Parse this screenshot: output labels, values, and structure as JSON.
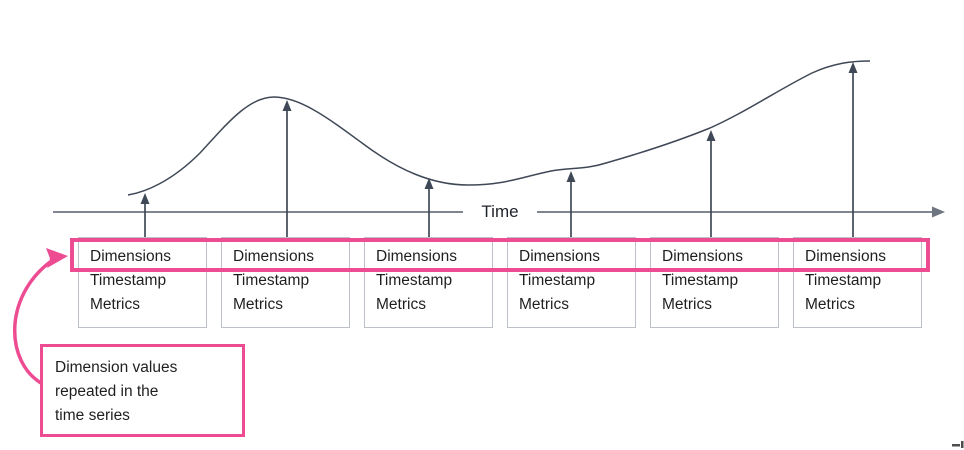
{
  "diagram": {
    "time_axis_label": "Time",
    "records": [
      {
        "dimensions": "Dimensions",
        "timestamp": "Timestamp",
        "metrics": "Metrics"
      },
      {
        "dimensions": "Dimensions",
        "timestamp": "Timestamp",
        "metrics": "Metrics"
      },
      {
        "dimensions": "Dimensions",
        "timestamp": "Timestamp",
        "metrics": "Metrics"
      },
      {
        "dimensions": "Dimensions",
        "timestamp": "Timestamp",
        "metrics": "Metrics"
      },
      {
        "dimensions": "Dimensions",
        "timestamp": "Timestamp",
        "metrics": "Metrics"
      },
      {
        "dimensions": "Dimensions",
        "timestamp": "Timestamp",
        "metrics": "Metrics"
      }
    ],
    "callout": {
      "lines": [
        "Dimension values",
        "repeated in the",
        "time series"
      ]
    }
  },
  "colors": {
    "accent_pink": "#ED4C92",
    "line_dark": "#3F4856",
    "axis_gray": "#6E7581",
    "box_border": "#BCC1C9",
    "text_dark": "#1F1F1F"
  }
}
